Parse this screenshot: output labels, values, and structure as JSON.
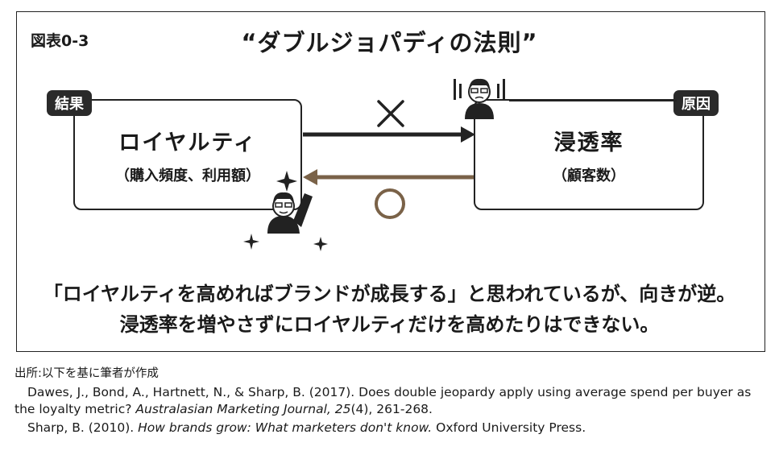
{
  "figure": {
    "number": "図表0-3",
    "title": "“ダブルジョパディの法則”"
  },
  "left_box": {
    "tag": "結果",
    "title": "ロイヤルティ",
    "subtitle": "（購入頻度、利用額）"
  },
  "right_box": {
    "tag": "原因",
    "title": "浸透率",
    "subtitle": "（顧客数）"
  },
  "arrows": {
    "top_mark": "×",
    "bottom_mark": "○",
    "top_color": "#222222",
    "bottom_color": "#7a6248"
  },
  "message": {
    "line1": "「ロイヤルティを高めればブランドが成長する」と思われているが、向きが逆。",
    "line2": "浸透率を増やさずにロイヤルティだけを高めたりはできない。"
  },
  "source": {
    "label": "出所:以下を基に筆者が作成",
    "ref1_a": "Dawes, J., Bond, A., Hartnett, N., & Sharp, B. (2017). Does double jeopardy apply using average spend per buyer as the loyalty metric? ",
    "ref1_journal": "Australasian Marketing Journal, 25",
    "ref1_b": "(4), 261-268.",
    "ref2_a": "Sharp, B. (2010). ",
    "ref2_title": "How brands grow: What marketers don't know.",
    "ref2_b": " Oxford University Press."
  }
}
